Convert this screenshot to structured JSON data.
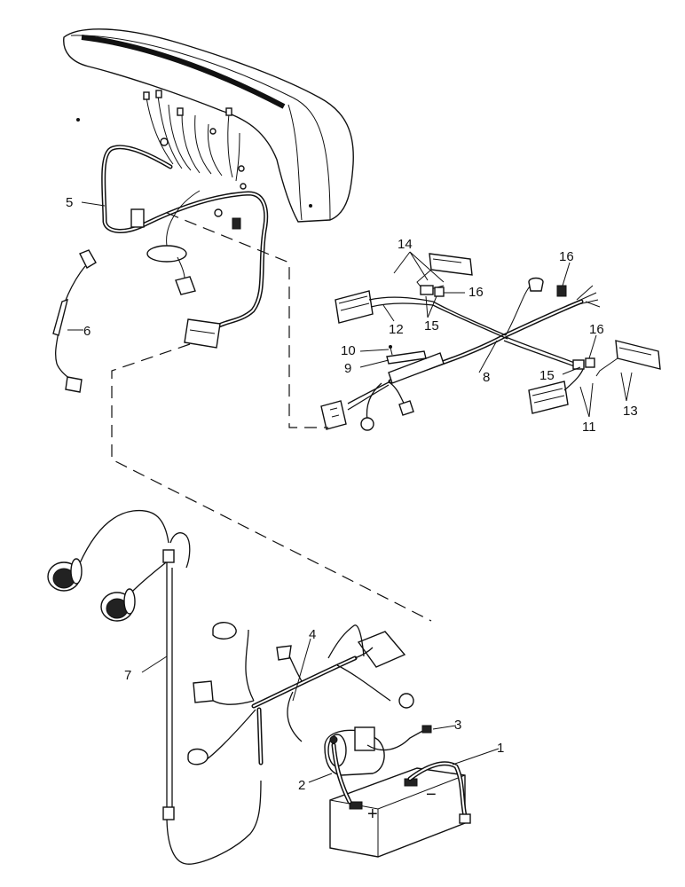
{
  "callouts": {
    "c1": "1",
    "c2": "2",
    "c3": "3",
    "c4": "4",
    "c5": "5",
    "c6": "6",
    "c7": "7",
    "c8": "8",
    "c9": "9",
    "c10": "10",
    "c11": "11",
    "c12": "12",
    "c13": "13",
    "c14": "14",
    "c15a": "15",
    "c15b": "15",
    "c16a": "16",
    "c16b": "16",
    "c16c": "16"
  },
  "battery": {
    "positive": "+",
    "negative": "−"
  }
}
